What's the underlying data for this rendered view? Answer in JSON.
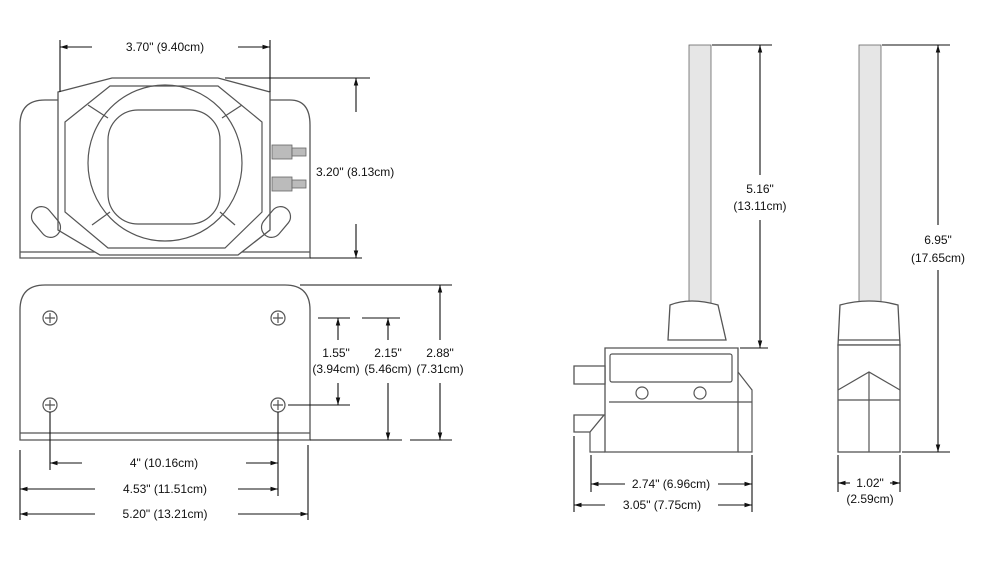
{
  "top_view": {
    "width": "3.70\" (9.40cm)",
    "height": "3.20\" (8.13cm)"
  },
  "bottom_view": {
    "hole_v_spacing_in": "1.55\"",
    "hole_v_spacing_cm": "(3.94cm)",
    "hole_to_base_in": "2.15\"",
    "hole_to_base_cm": "(5.46cm)",
    "plate_height_in": "2.88\"",
    "plate_height_cm": "(7.31cm)",
    "hole_h_spacing": "4\" (10.16cm)",
    "edge_to_hole": "4.53\" (11.51cm)",
    "plate_width": "5.20\" (13.21cm)"
  },
  "side_view": {
    "rod_length_in": "5.16\"",
    "rod_length_cm": "(13.11cm)",
    "body_width": "2.74\" (6.96cm)",
    "total_width": "3.05\" (7.75cm)"
  },
  "end_view": {
    "total_height_in": "6.95\"",
    "total_height_cm": "(17.65cm)",
    "width_in": "1.02\"",
    "width_cm": "(2.59cm)"
  }
}
